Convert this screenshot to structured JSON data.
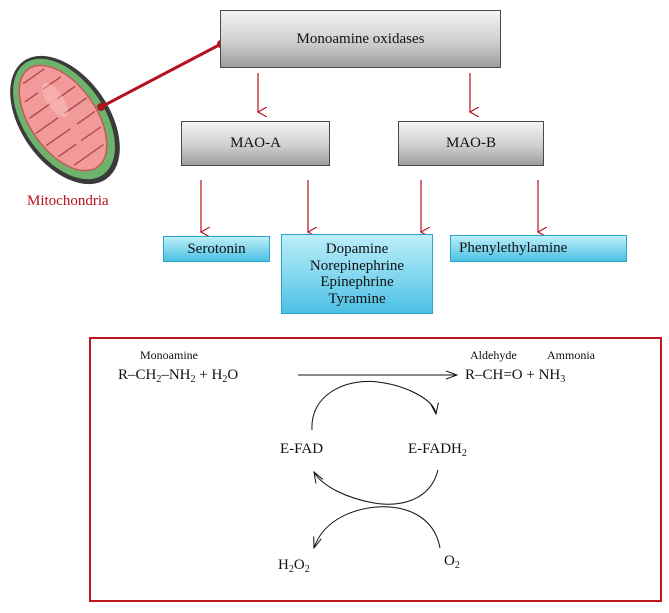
{
  "organelle": {
    "label": "Mitochondria"
  },
  "top": {
    "title": "Monoamine oxidases"
  },
  "isoforms": {
    "a": "MAO-A",
    "b": "MAO-B"
  },
  "substrates": {
    "a_only": [
      "Serotonin"
    ],
    "shared": [
      "Dopamine",
      "Norepinephrine",
      "Epinephrine",
      "Tyramine"
    ],
    "b_only": [
      "Phenylethylamine"
    ]
  },
  "reaction": {
    "reactant_label": "Monoamine",
    "product_label_1": "Aldehyde",
    "product_label_2": "Ammonia",
    "reactant_eq": {
      "r": "R–CH",
      "s1": "2",
      "m": "–NH",
      "s2": "2",
      "p": " + H",
      "s3": "2",
      "e": "O"
    },
    "product_eq": {
      "a": "R–CH=O + NH",
      "s1": "3"
    },
    "efad": "E-FAD",
    "efadh": {
      "t": "E-FADH",
      "s": "2"
    },
    "h2o2": {
      "a": "H",
      "s1": "2",
      "b": "O",
      "s2": "2"
    },
    "o2": {
      "a": "O",
      "s1": "2"
    }
  },
  "colors": {
    "arrow_red": "#b5121b",
    "box_border_red": "#c0141c",
    "cyan_box": "#5cc8e8",
    "grey_box": "#c8c8c8"
  }
}
